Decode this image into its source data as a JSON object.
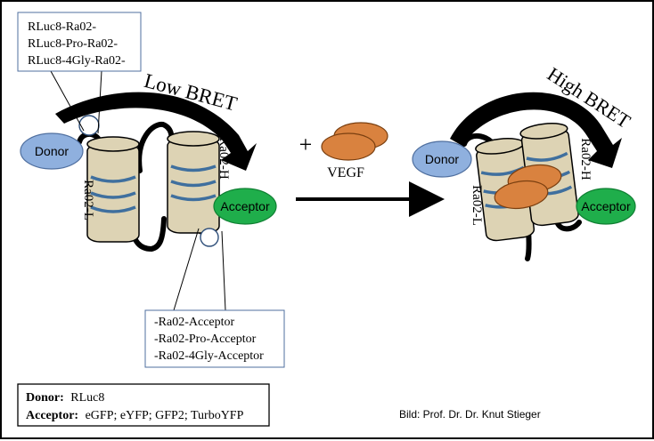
{
  "colors": {
    "donor": "#8fb0de",
    "acceptor": "#1fae4b",
    "helix_fill": "#ddd3b4",
    "helix_stripe": "#3f6f9e",
    "vegf": "#d9823f",
    "frame": "#000000"
  },
  "donor_labels": {
    "left": "Donor",
    "right": "Donor"
  },
  "acceptor_labels": {
    "left": "Acceptor",
    "right": "Acceptor"
  },
  "helix_labels": {
    "left_l": "Ra02-L",
    "left_h": "Ra02-H",
    "right_l": "Ra02-L",
    "right_h": "Ra02-H"
  },
  "bret": {
    "low": "Low BRET",
    "high": "High BRET"
  },
  "vegf": {
    "plus": "+",
    "label": "VEGF"
  },
  "donor_constructs": [
    "RLuc8-Ra02-",
    "RLuc8-Pro-Ra02-",
    "RLuc8-4Gly-Ra02-"
  ],
  "acceptor_constructs": [
    "-Ra02-Acceptor",
    "-Ra02-Pro-Acceptor",
    "-Ra02-4Gly-Acceptor"
  ],
  "legend": {
    "donor_key": "Donor:",
    "donor_value": "RLuc8",
    "acceptor_key": "Acceptor:",
    "acceptor_value": "eGFP; eYFP; GFP2; TurboYFP"
  },
  "credit": "Bild: Prof. Dr. Dr. Knut Stieger"
}
